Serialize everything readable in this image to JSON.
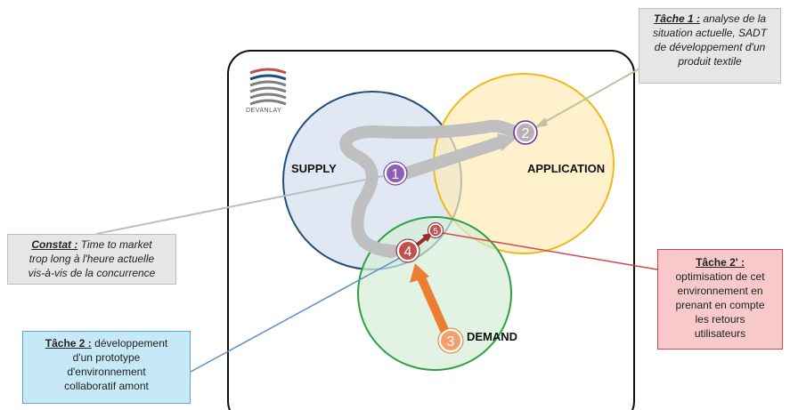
{
  "title": "...positionnement dans la démarche... (cut off)",
  "logo": {
    "name": "DEVANLAY"
  },
  "circles": {
    "supply": "SUPPLY",
    "application": "APPLICATION",
    "demand": "DEMAND"
  },
  "nodes": [
    "1",
    "2",
    "3",
    "4",
    "5"
  ],
  "callouts": {
    "tache1": {
      "head": "Tâche 1 :",
      "lines": [
        "analyse de la",
        "situation actuelle, SADT",
        "de développement d'un",
        "produit textile"
      ]
    },
    "constat": {
      "head": "Constat :",
      "lines": [
        "Time to market",
        "trop long à l'heure actuelle",
        "vis-à-vis de la concurrence"
      ]
    },
    "tache2": {
      "head": "Tâche 2 :",
      "lines": [
        "développement",
        "d'un prototype",
        "d'environnement",
        "collaboratif amont"
      ]
    },
    "tache2prime": {
      "head": "Tâche 2' :",
      "lines": [
        "optimisation de cet",
        "environnement en",
        "prenant en compte",
        "les retours",
        "utilisateurs"
      ]
    }
  },
  "colors": {
    "supply": "#dbe5f1",
    "supply_border": "#1f4e79",
    "application": "#fdebb6",
    "application_border": "#f2b718",
    "demand": "#d5ecd7",
    "demand_border": "#2ea043",
    "node_purple": "#7030a0",
    "node_red": "#c0504d",
    "node_orange": "#ed7d31"
  }
}
